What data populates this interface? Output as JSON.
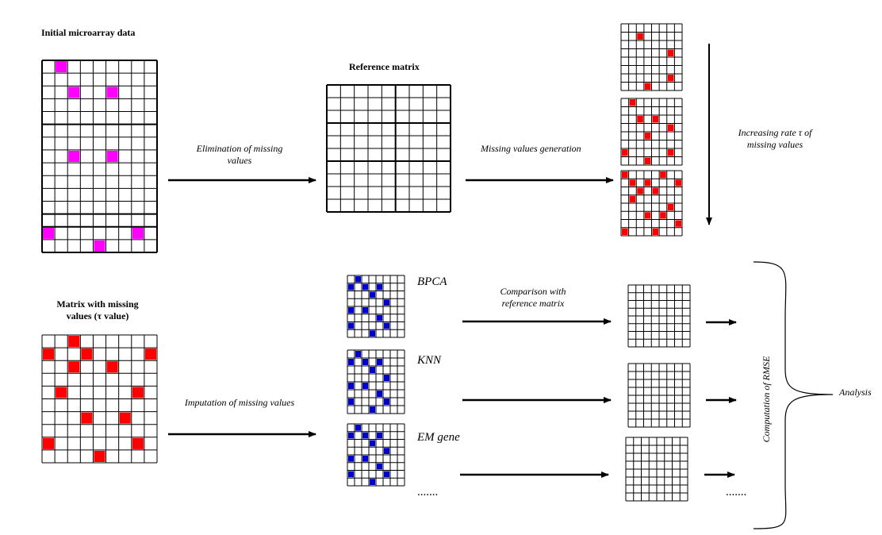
{
  "top": {
    "initial_title": "Initial microarray data",
    "elimination_label": "Elimination of missing values",
    "reference_title": "Reference matrix",
    "generation_label": "Missing values generation",
    "rate_label": "Increasing rate τ of missing values"
  },
  "bottom": {
    "matrix_title": "Matrix with missing values (τ value)",
    "imputation_label": "Imputation of missing values",
    "methods": [
      "BPCA",
      "KNN",
      "EM gene",
      "......."
    ],
    "comparison_label": "Comparison with reference matrix",
    "rmse_label": "Computation of RMSE",
    "dots_label": ".......",
    "analysis_label": "Analysis"
  },
  "colors": {
    "original_missing": "#ff00ff",
    "generated_missing": "#ff0000",
    "imputed": "#0000cc",
    "grid": "#000000"
  }
}
